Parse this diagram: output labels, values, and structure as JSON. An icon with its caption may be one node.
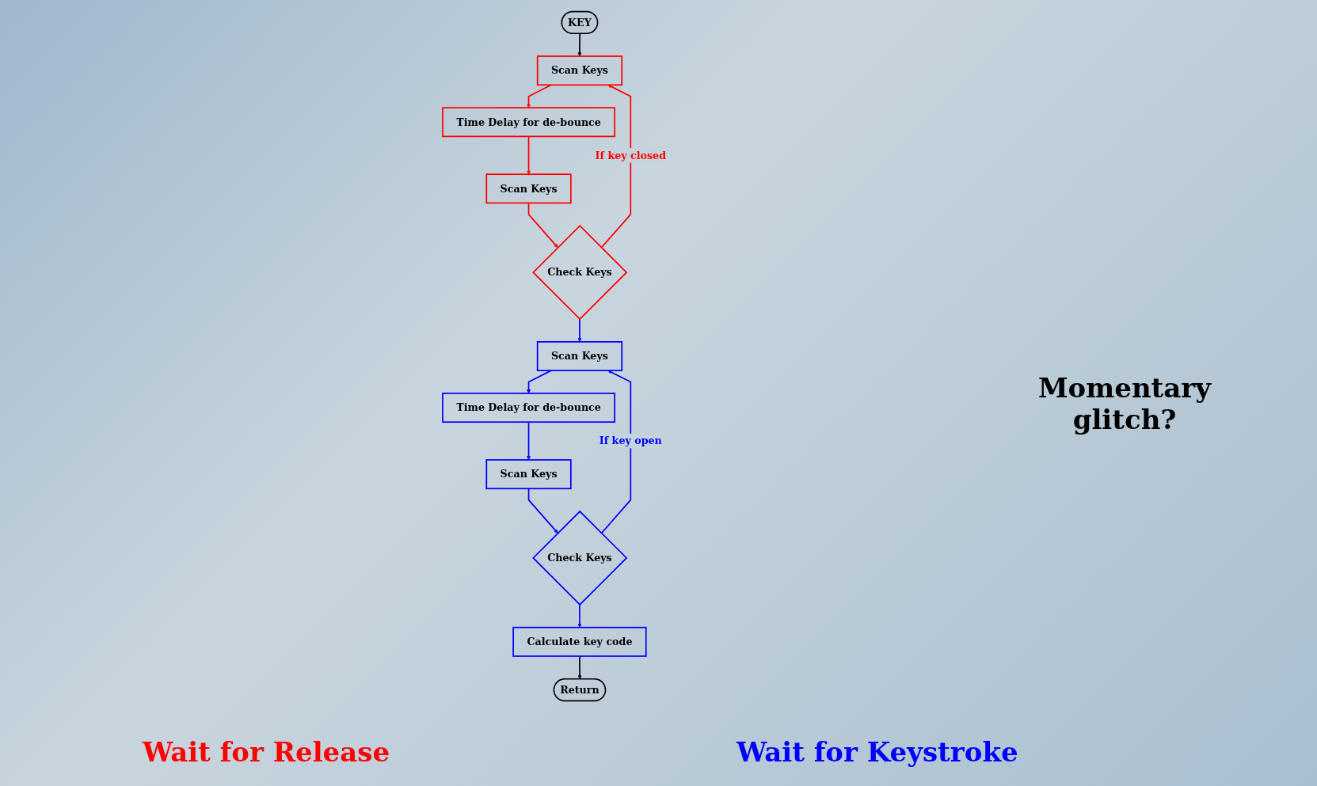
{
  "diagram": {
    "nodes": [
      {
        "text": [
          "KEY"
        ]
      },
      {
        "text": [
          "Scan Keys"
        ]
      },
      {
        "text": [
          "Time Delay for de-bounce"
        ]
      },
      {
        "text": [
          "Scan Keys"
        ]
      },
      {
        "text": [
          "Check Keys"
        ]
      },
      {
        "text": [
          "Scan Keys"
        ]
      },
      {
        "text": [
          "Time Delay for de-bounce"
        ]
      },
      {
        "text": [
          "Scan Keys"
        ]
      },
      {
        "text": [
          "Check Keys"
        ]
      },
      {
        "text": [
          "Calculate key code"
        ]
      },
      {
        "text": [
          "Return"
        ]
      }
    ],
    "edges": [
      {
        "from": 0,
        "to": 1,
        "arrow": "to",
        "color": "#000000"
      },
      {
        "from": 1,
        "to": 2,
        "arrow": "to",
        "color": "#ff0000"
      },
      {
        "from": 2,
        "to": 3,
        "arrow": "to",
        "color": "#ff0000"
      },
      {
        "from": 3,
        "to": 4,
        "arrow": "to",
        "color": "#ff0000"
      },
      {
        "from": 4,
        "to": 1,
        "arrow": "to",
        "label": "If key closed",
        "color": "#ff0000"
      },
      {
        "from": 4,
        "to": 5,
        "arrow": "to"
      },
      {
        "from": 8,
        "to": 5,
        "arrow": "to",
        "label": "If key open"
      },
      {
        "from": 5,
        "to": 6,
        "arrow": "to"
      },
      {
        "from": 6,
        "to": 7,
        "arrow": "to"
      },
      {
        "from": 7,
        "to": 8,
        "arrow": "to"
      },
      {
        "from": 8,
        "to": 9,
        "arrow": "to"
      },
      {
        "from": 9,
        "to": 10,
        "arrow": "to",
        "color": "#000000"
      }
    ],
    "labels": [
      "Momentary glitch?",
      "Wait for Release",
      "Wait for Keystroke"
    ]
  }
}
